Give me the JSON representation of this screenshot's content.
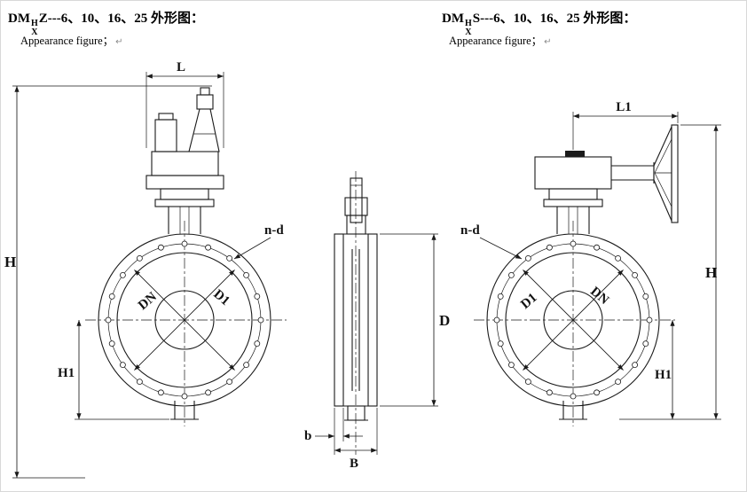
{
  "colors": {
    "line": "#1a1a1a",
    "background": "#ffffff"
  },
  "header_left": {
    "prefix": "DM",
    "sup": "H",
    "sub": "X",
    "rest": "Z---6、10、16、25 外形图：",
    "subtitle": "Appearance figure；",
    "return_mark": "↵"
  },
  "header_right": {
    "prefix": "DM",
    "sup": "H",
    "sub": "X",
    "rest": "S---6、10、16、25 外形图：",
    "subtitle": "Appearance figure；",
    "return_mark": "↵"
  },
  "labels": {
    "left": {
      "L": "L",
      "H": "H",
      "H1": "H1",
      "DN": "DN",
      "D1": "D1",
      "nd": "n-d"
    },
    "middle": {
      "D": "D",
      "b": "b",
      "B": "B"
    },
    "right": {
      "L1": "L1",
      "H": "H",
      "H1": "H1",
      "DN": "DN",
      "D1": "D1",
      "nd": "n-d"
    }
  }
}
